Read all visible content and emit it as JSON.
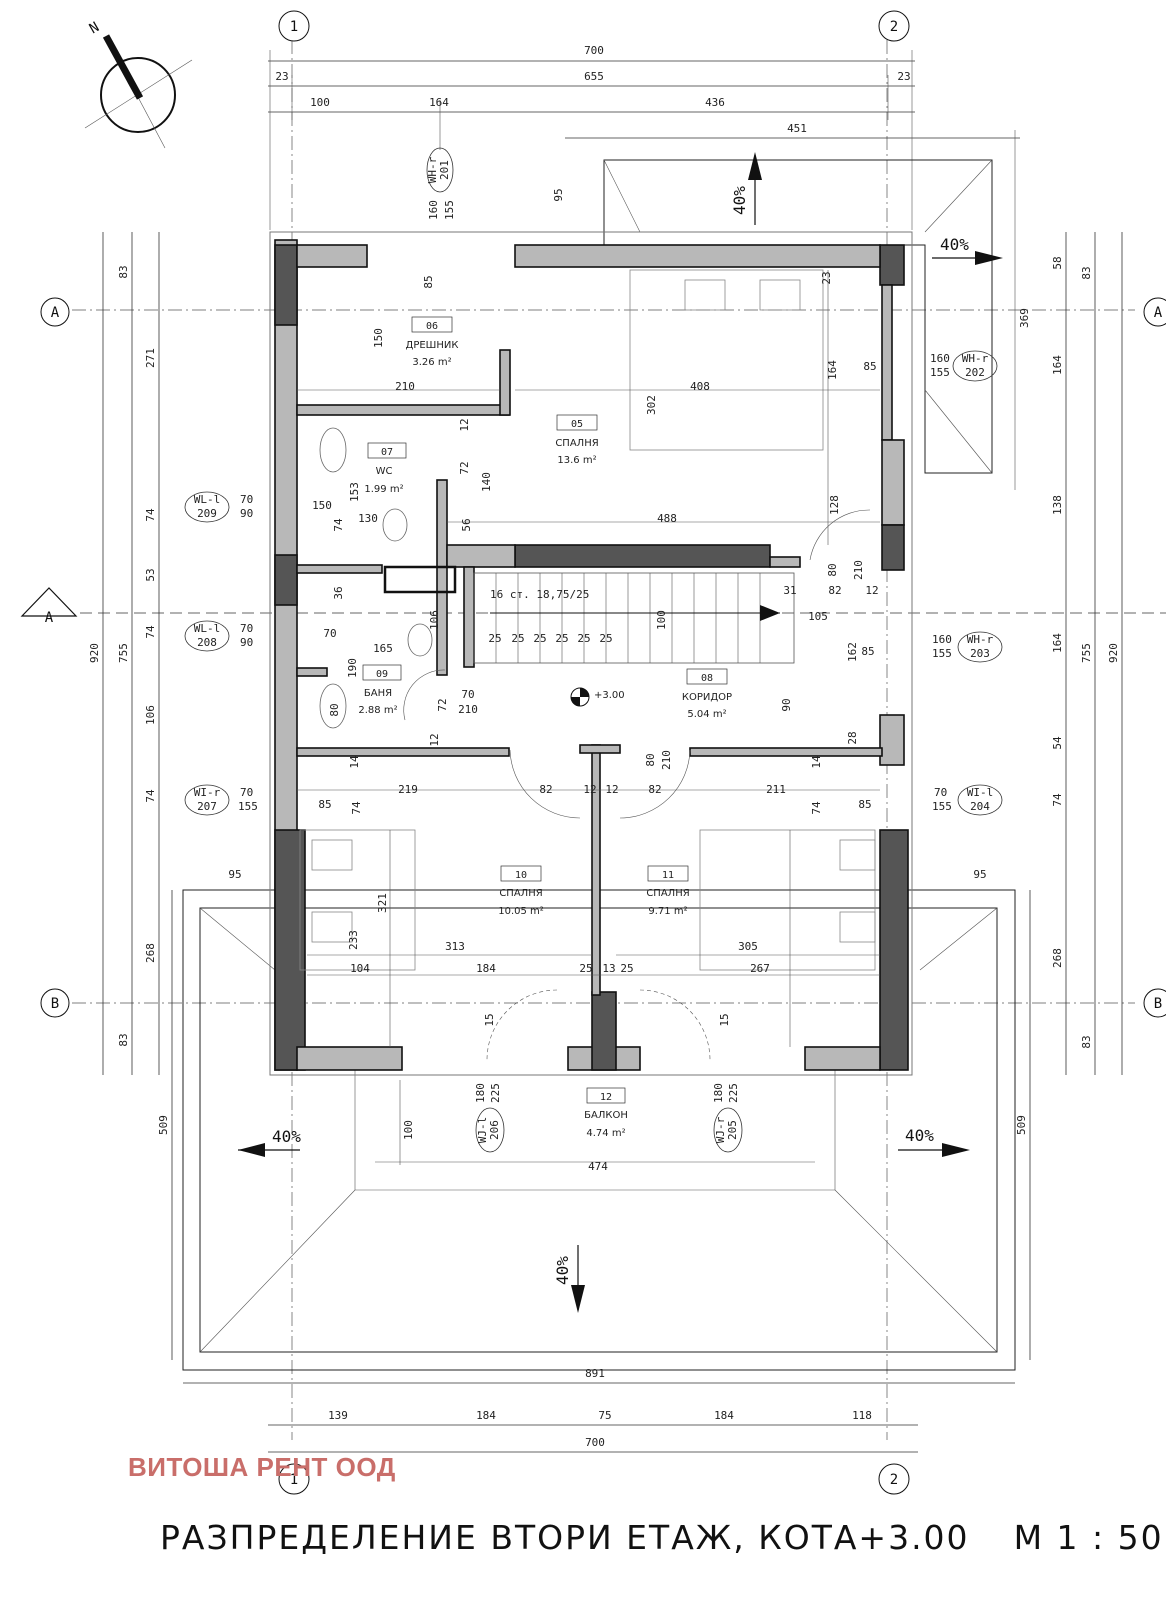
{
  "company": "ВИТОША РЕНТ ООД",
  "title": "РАЗПРЕДЕЛЕНИЕ ВТОРИ ЕТАЖ, КОТА+3.00",
  "scale": "М 1 : 50",
  "north": "N",
  "elevation": "+3.00",
  "grid": {
    "col1": "1",
    "col2": "2",
    "rowA": "A",
    "rowB": "B"
  },
  "section_mark": "A",
  "slopes": {
    "north": "40%",
    "east": "40%",
    "west": "40%",
    "south_east": "40%",
    "south": "40%"
  },
  "stair": {
    "spec": "16 ст. 18,75/25",
    "tread": "25"
  },
  "rooms": [
    {
      "num": "05",
      "name": "СПАЛНЯ",
      "area": "13.6 m²"
    },
    {
      "num": "06",
      "name": "ДРЕШНИК",
      "area": "3.26 m²"
    },
    {
      "num": "07",
      "name": "WC",
      "area": "1.99 m²"
    },
    {
      "num": "08",
      "name": "КОРИДОР",
      "area": "5.04 m²"
    },
    {
      "num": "09",
      "name": "БАНЯ",
      "area": "2.88 m²"
    },
    {
      "num": "10",
      "name": "СПАЛНЯ",
      "area": "10.05 m²"
    },
    {
      "num": "11",
      "name": "СПАЛНЯ",
      "area": "9.71 m²"
    },
    {
      "num": "12",
      "name": "БАЛКОН",
      "area": "4.74 m²"
    }
  ],
  "windows": [
    {
      "type": "WH-r",
      "num": "201",
      "w": "160",
      "h": "155"
    },
    {
      "type": "WH-r",
      "num": "202",
      "w": "160",
      "h": "155"
    },
    {
      "type": "WH-r",
      "num": "203",
      "w": "160",
      "h": "155"
    },
    {
      "type": "WI-l",
      "num": "204",
      "w": "70",
      "h": "155"
    },
    {
      "type": "WJ-r",
      "num": "205",
      "w": "180",
      "h": "225"
    },
    {
      "type": "WJ-l",
      "num": "206",
      "w": "180",
      "h": "225"
    },
    {
      "type": "WI-r",
      "num": "207",
      "w": "70",
      "h": "155"
    },
    {
      "type": "WL-l",
      "num": "208",
      "w": "70",
      "h": "90"
    },
    {
      "type": "WL-l",
      "num": "209",
      "w": "70",
      "h": "90"
    }
  ],
  "dims": {
    "top_total": "700",
    "top_inner": "655",
    "top_side_l": "23",
    "top_side_r": "23",
    "top_a": "100",
    "top_b": "164",
    "top_c": "436",
    "top_d": "451",
    "bottom_total": "891",
    "bottom_total2": "700",
    "bottom_a": "139",
    "bottom_b": "184",
    "bottom_c": "75",
    "bottom_d": "184",
    "bottom_e": "118",
    "left_total": "920",
    "left_inner": "755",
    "left_a": "83",
    "left_b": "271",
    "left_c": "74",
    "left_d": "53",
    "left_e": "74",
    "left_f": "106",
    "left_g": "74",
    "left_h": "268",
    "left_i": "83",
    "left_roof": "509",
    "right_total": "920",
    "right_inner": "755",
    "right_a": "58",
    "right_b": "83",
    "right_c": "369",
    "right_d": "164",
    "right_e": "138",
    "right_f": "164",
    "right_g": "54",
    "right_h": "74",
    "right_i": "268",
    "right_j": "83",
    "right_roof": "509",
    "int": [
      "95",
      "85",
      "150",
      "210",
      "302",
      "408",
      "23",
      "164",
      "85",
      "12",
      "72",
      "140",
      "56",
      "488",
      "128",
      "80",
      "210",
      "31",
      "82",
      "12",
      "105",
      "100",
      "162",
      "85",
      "153",
      "130",
      "150",
      "74",
      "36",
      "106",
      "165",
      "190",
      "80",
      "70",
      "210",
      "72",
      "12",
      "14",
      "219",
      "82",
      "12",
      "12",
      "82",
      "211",
      "14",
      "80",
      "210",
      "28",
      "90",
      "321",
      "313",
      "305",
      "233",
      "104",
      "184",
      "25",
      "13",
      "25",
      "267",
      "15",
      "15",
      "100",
      "474",
      "95",
      "95",
      "85",
      "85",
      "74",
      "74",
      "70"
    ]
  }
}
